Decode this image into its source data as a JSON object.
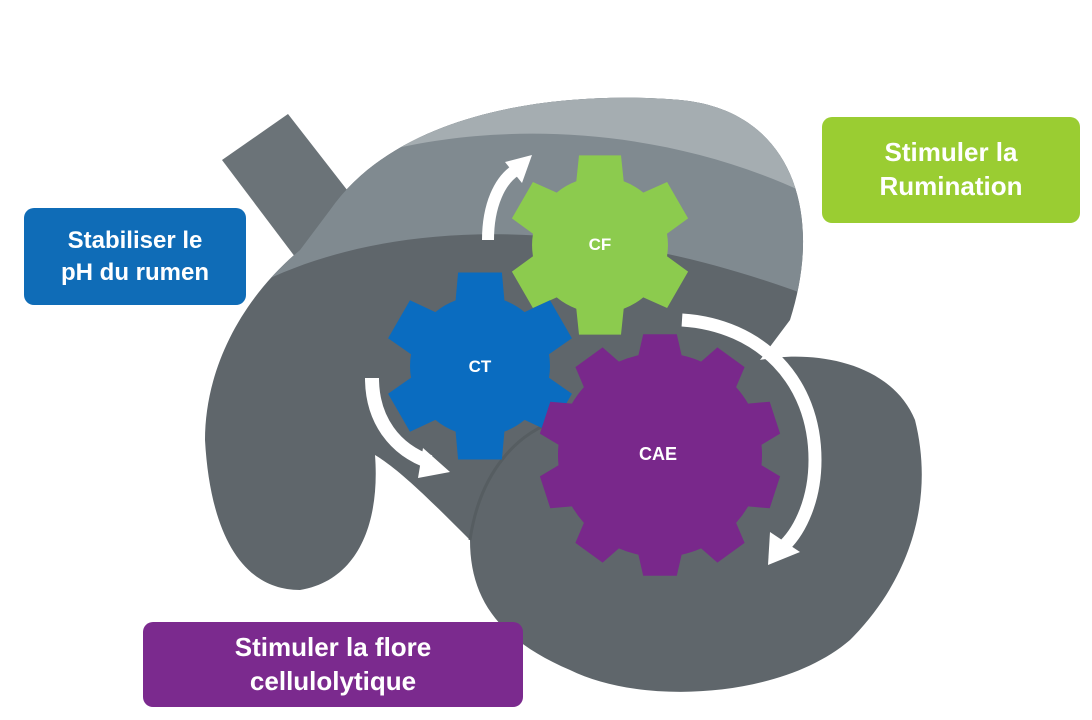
{
  "colors": {
    "stomach_dark": "#5f666b",
    "stomach_mid": "#808a90",
    "stomach_light": "#a5adb1",
    "blue": "#0a6cc0",
    "green": "#8cc84b",
    "purple": "#7a2a8c",
    "arrow": "#ffffff"
  },
  "labels": {
    "ph": {
      "line1": "Stabiliser le",
      "line2": "pH du rumen",
      "color": "#0f6cb7"
    },
    "rumination": {
      "line1": "Stimuler la",
      "line2": "Rumination",
      "color": "#9acd32"
    },
    "flore": {
      "line1": "Stimuler la flore",
      "line2": "cellulolytique",
      "color": "#7b2a8e"
    }
  },
  "gears": {
    "ct": {
      "label": "CT",
      "color": "#0a6cc0",
      "teeth": 6
    },
    "cf": {
      "label": "CF",
      "color": "#8ccb4e",
      "teeth": 6
    },
    "cae": {
      "label": "CAE",
      "color": "#79288b",
      "teeth": 10
    }
  }
}
